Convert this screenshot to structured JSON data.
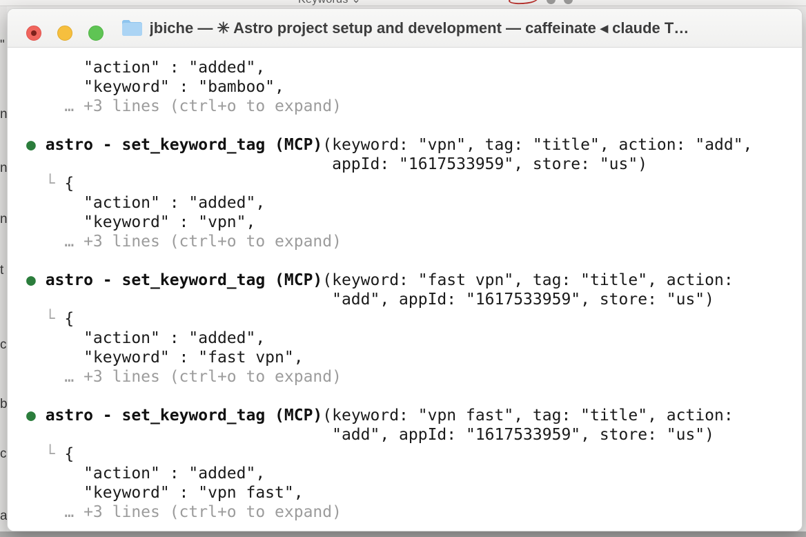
{
  "background": {
    "keywords_label": "Keywords ⌄",
    "left_fragments": [
      "\"",
      "n",
      "n",
      "n",
      "t",
      "c",
      "b",
      "c",
      "a"
    ]
  },
  "window": {
    "title": "jbiche — ✳ Astro project setup and development — caffeinate ◂ claude T…"
  },
  "terminal": {
    "partial": {
      "action_line": "      \"action\" : \"added\",",
      "keyword_line": "      \"keyword\" : \"bamboo\",",
      "more_line": "    … +3 lines (ctrl+o to expand)"
    },
    "blocks": [
      {
        "bullet": "●",
        "tool": " astro - set_keyword_tag (MCP)",
        "args1": "(keyword: \"vpn\", tag: \"title\", action: \"add\",",
        "args2": "                                appId: \"1617533959\", store: \"us\")",
        "marker": "  └",
        "brace": " {",
        "action_line": "      \"action\" : \"added\",",
        "keyword_line": "      \"keyword\" : \"vpn\",",
        "more_line": "    … +3 lines (ctrl+o to expand)"
      },
      {
        "bullet": "●",
        "tool": " astro - set_keyword_tag (MCP)",
        "args1": "(keyword: \"fast vpn\", tag: \"title\", action:",
        "args2": "                                \"add\", appId: \"1617533959\", store: \"us\")",
        "marker": "  └",
        "brace": " {",
        "action_line": "      \"action\" : \"added\",",
        "keyword_line": "      \"keyword\" : \"fast vpn\",",
        "more_line": "    … +3 lines (ctrl+o to expand)"
      },
      {
        "bullet": "●",
        "tool": " astro - set_keyword_tag (MCP)",
        "args1": "(keyword: \"vpn fast\", tag: \"title\", action:",
        "args2": "                                \"add\", appId: \"1617533959\", store: \"us\")",
        "marker": "  └",
        "brace": " {",
        "action_line": "      \"action\" : \"added\",",
        "keyword_line": "      \"keyword\" : \"vpn fast\",",
        "more_line": "    … +3 lines (ctrl+o to expand)"
      }
    ]
  }
}
